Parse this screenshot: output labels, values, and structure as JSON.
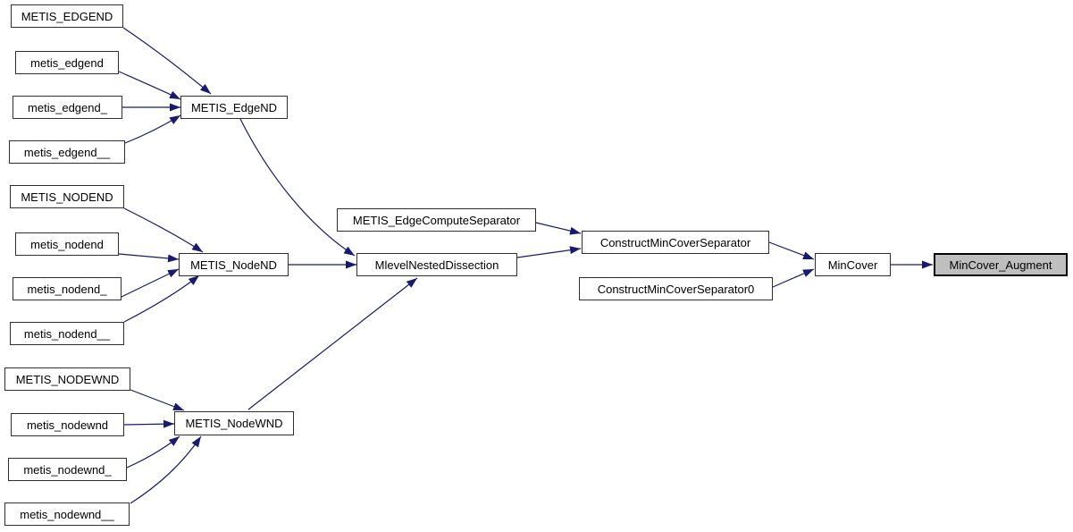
{
  "diagram": {
    "kind": "call-graph",
    "highlighted_node": "MinCover_Augment",
    "colors": {
      "edge": "#191970",
      "node_fill": "#ffffff",
      "node_border": "#2f2f2f",
      "highlight_fill": "#bfbfbf",
      "highlight_border": "#000000",
      "text": "#000000",
      "background": "#ffffff"
    },
    "nodes": [
      {
        "id": "METIS_EDGEND",
        "label": "METIS_EDGEND"
      },
      {
        "id": "metis_edgend",
        "label": "metis_edgend"
      },
      {
        "id": "metis_edgend_",
        "label": "metis_edgend_"
      },
      {
        "id": "metis_edgend__",
        "label": "metis_edgend__"
      },
      {
        "id": "METIS_EdgeND",
        "label": "METIS_EdgeND"
      },
      {
        "id": "METIS_NODEND",
        "label": "METIS_NODEND"
      },
      {
        "id": "metis_nodend",
        "label": "metis_nodend"
      },
      {
        "id": "metis_nodend_",
        "label": "metis_nodend_"
      },
      {
        "id": "metis_nodend__",
        "label": "metis_nodend__"
      },
      {
        "id": "METIS_NodeND",
        "label": "METIS_NodeND"
      },
      {
        "id": "METIS_EdgeComputeSeparator",
        "label": "METIS_EdgeComputeSeparator"
      },
      {
        "id": "MlevelNestedDissection",
        "label": "MlevelNestedDissection"
      },
      {
        "id": "ConstructMinCoverSeparator",
        "label": "ConstructMinCoverSeparator"
      },
      {
        "id": "ConstructMinCoverSeparator0",
        "label": "ConstructMinCoverSeparator0"
      },
      {
        "id": "MinCover",
        "label": "MinCover"
      },
      {
        "id": "MinCover_Augment",
        "label": "MinCover_Augment"
      }
    ],
    "edges": [
      {
        "from": "METIS_EDGEND",
        "to": "METIS_EdgeND"
      },
      {
        "from": "metis_edgend",
        "to": "METIS_EdgeND"
      },
      {
        "from": "metis_edgend_",
        "to": "METIS_EdgeND"
      },
      {
        "from": "metis_edgend__",
        "to": "METIS_EdgeND"
      },
      {
        "from": "METIS_NODEND",
        "to": "METIS_NodeND"
      },
      {
        "from": "metis_nodend",
        "to": "METIS_NodeND"
      },
      {
        "from": "metis_nodend_",
        "to": "METIS_NodeND"
      },
      {
        "from": "metis_nodend__",
        "to": "METIS_NodeND"
      },
      {
        "from": "METIS_NODEWND",
        "to": "METIS_NodeWND"
      },
      {
        "from": "metis_nodewnd",
        "to": "METIS_NodeWND"
      },
      {
        "from": "metis_nodewnd_",
        "to": "METIS_NodeWND"
      },
      {
        "from": "metis_nodewnd__",
        "to": "METIS_NodeWND"
      },
      {
        "from": "METIS_EdgeND",
        "to": "MlevelNestedDissection"
      },
      {
        "from": "METIS_NodeND",
        "to": "MlevelNestedDissection"
      },
      {
        "from": "METIS_NodeWND",
        "to": "MlevelNestedDissection"
      },
      {
        "from": "METIS_EdgeComputeSeparator",
        "to": "ConstructMinCoverSeparator"
      },
      {
        "from": "MlevelNestedDissection",
        "to": "ConstructMinCoverSeparator"
      },
      {
        "from": "ConstructMinCoverSeparator",
        "to": "MinCover"
      },
      {
        "from": "ConstructMinCoverSeparator0",
        "to": "MinCover"
      },
      {
        "from": "MinCover",
        "to": "MinCover_Augment"
      }
    ],
    "nodes_wnd": [
      {
        "id": "METIS_NODEWND",
        "label": "METIS_NODEWND"
      },
      {
        "id": "metis_nodewnd",
        "label": "metis_nodewnd"
      },
      {
        "id": "metis_nodewnd_",
        "label": "metis_nodewnd_"
      },
      {
        "id": "metis_nodewnd__",
        "label": "metis_nodewnd__"
      },
      {
        "id": "METIS_NodeWND",
        "label": "METIS_NodeWND"
      }
    ]
  }
}
